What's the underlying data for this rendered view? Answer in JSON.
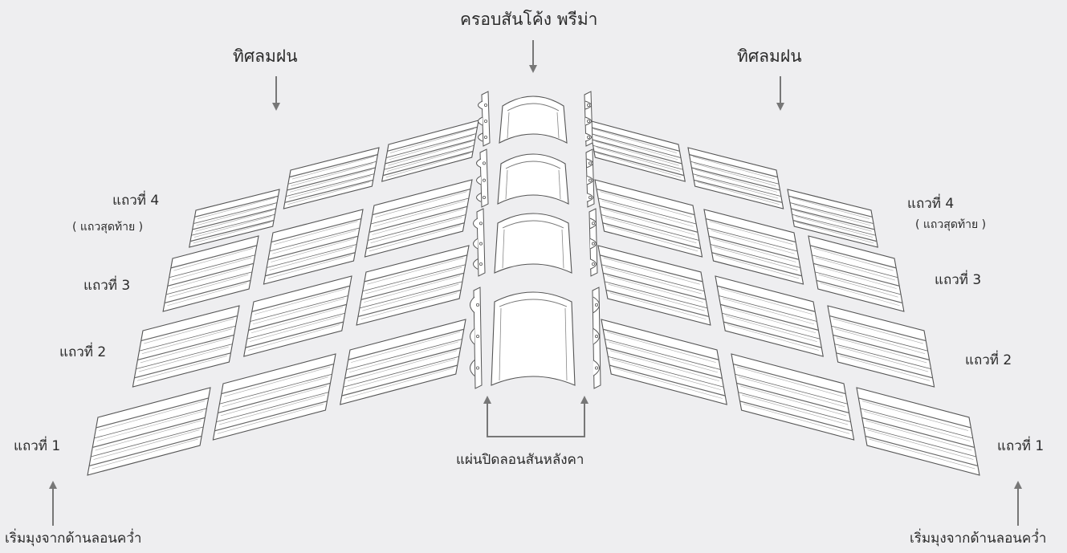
{
  "top_title": "ครอบสันโค้ง พรีม่า",
  "wind_left": "ทิศลมฝน",
  "wind_right": "ทิศลมฝน",
  "rows_left": {
    "row4": "แถวที่ 4",
    "row4_note": "( แถวสุดท้าย )",
    "row3": "แถวที่ 3",
    "row2": "แถวที่ 2",
    "row1": "แถวที่ 1"
  },
  "rows_right": {
    "row4": "แถวที่ 4",
    "row4_note": "( แถวสุดท้าย )",
    "row3": "แถวที่ 3",
    "row2": "แถวที่ 2",
    "row1": "แถวที่ 1"
  },
  "center_label": "แผ่นปิดลอนสันหลังคา",
  "start_left": "เริ่มมุงจากด้านลอนคว่ำ",
  "start_right": "เริ่มมุงจากด้านลอนคว่ำ",
  "colors": {
    "background": "#eeeef0",
    "line": "#555555",
    "arrow": "#777777",
    "sheet": "#ffffff"
  }
}
